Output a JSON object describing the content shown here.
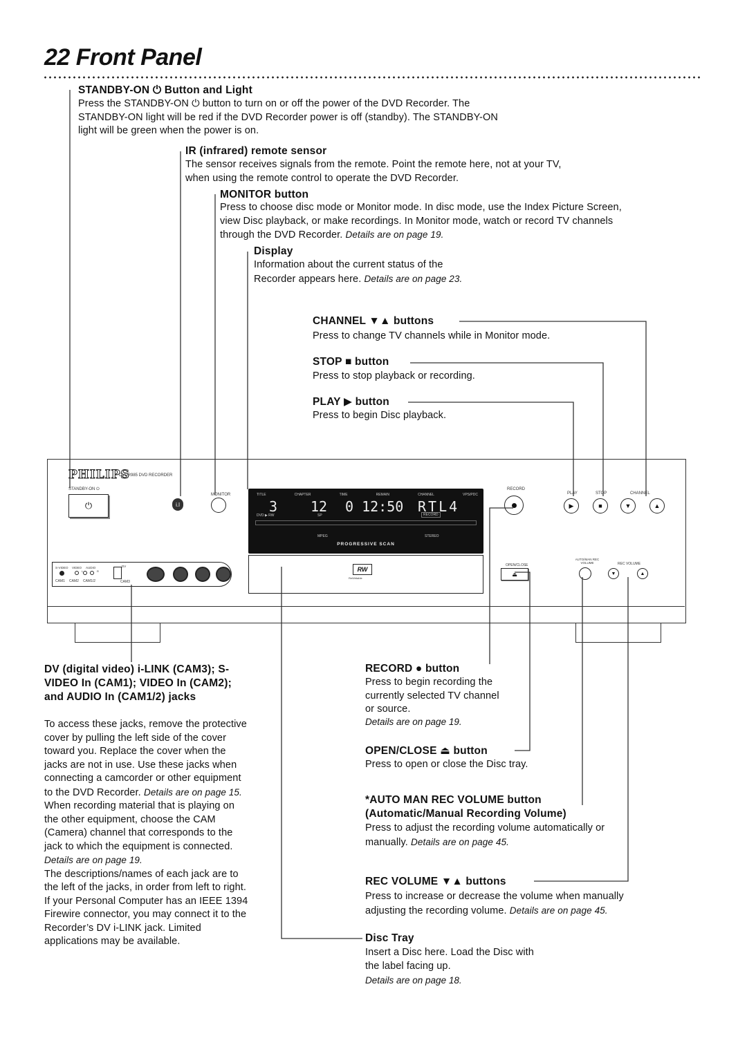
{
  "page": {
    "number": "22",
    "title": "Front Panel"
  },
  "sections": {
    "standby": {
      "heading": "STANDBY-ON ⏻ Button and Light",
      "body": "Press the STANDBY-ON ⏻ button to turn on or off the power of the DVD Recorder. The STANDBY-ON light will be red if the DVD Recorder power is off (standby). The STANDBY-ON light will be green when the power is on."
    },
    "ir": {
      "heading": "IR (infrared) remote sensor",
      "body": "The sensor receives signals from the remote. Point the remote here, not at your TV, when using the remote control to operate the DVD Recorder."
    },
    "monitor": {
      "heading": "MONITOR button",
      "body": "Press to choose disc mode or Monitor mode. In disc mode, use the Index Picture Screen, view Disc playback, or make recordings. In Monitor mode, watch or record TV channels through the DVD Recorder.",
      "ref": "Details are on page 19."
    },
    "display": {
      "heading": "Display",
      "body": "Information about the current status of the Recorder appears here.",
      "ref": "Details are on page 23."
    },
    "channel": {
      "heading": "CHANNEL ▼▲ buttons",
      "body": "Press to change TV channels while in Monitor mode."
    },
    "stop": {
      "heading": "STOP ■ button",
      "body": "Press to stop playback or recording."
    },
    "play": {
      "heading": "PLAY ▶ button",
      "body": "Press to begin Disc playback."
    },
    "jacks": {
      "heading": "DV (digital video) i-LINK (CAM3); S-VIDEO In (CAM1); VIDEO In (CAM2); and AUDIO In (CAM1/2) jacks",
      "body1": "To access these jacks, remove the protective cover by pulling the left side of the cover toward you. Replace the cover when the jacks are not in use. Use these jacks when connecting a camcorder or other equipment to the DVD Recorder.",
      "ref1": "Details are on page 15.",
      "body2": "When recording material that is playing on the other equipment, choose the CAM (Camera) channel that corresponds to the jack to which the equipment is connected.",
      "ref2": "Details are on page 19.",
      "body3": "The descriptions/names of each jack are to the left of the jacks, in order from left to right.",
      "body4": "If your Personal Computer has an IEEE 1394 Firewire connector, you may connect it to the Recorder’s DV i-LINK jack. Limited applications may be available."
    },
    "record": {
      "heading": "RECORD ● button",
      "body": "Press to begin recording the currently selected TV channel or source.",
      "ref": "Details are on page 19."
    },
    "openclose": {
      "heading": "OPEN/CLOSE ⏏ button",
      "body": "Press to open or close the Disc tray."
    },
    "automan": {
      "heading": "*AUTO MAN REC VOLUME button",
      "heading2": "(Automatic/Manual Recording Volume)",
      "body": "Press to adjust the recording volume automatically or manually.",
      "ref": "Details are on page 45."
    },
    "recvolume": {
      "heading": "REC VOLUME ▼▲ buttons",
      "body": "Press to increase or decrease the volume when manually adjusting the recording volume.",
      "ref": "Details are on page 45."
    },
    "disctray": {
      "heading": "Disc Tray",
      "body": "Insert a Disc here. Load the Disc with the label facing up.",
      "ref": "Details are on page 18."
    }
  },
  "device": {
    "brand": "PHILIPS",
    "model": "DVDR985 DVD RECORDER",
    "standby_label": "STANDBY-ON ⏻",
    "monitor_label": "MONITOR",
    "record_label": "RECORD",
    "play_label": "PLAY",
    "stop_label": "STOP",
    "channel_label": "CHANNEL",
    "openclose_label": "OPEN/CLOSE",
    "automan_label": "AUTO/MAN REC VOLUME",
    "recvolume_label": "REC VOLUME",
    "progressive": "PROGRESSIVE SCAN",
    "display": {
      "labels": [
        "TITLE",
        "CHAPTER",
        "TIME",
        "REMAIN",
        "CHANNEL",
        "VPS/PDC"
      ],
      "title_num": "3",
      "chapter_num": "12",
      "time": "0 12:50",
      "station": "RTL4",
      "sub1": "DVD ▶ RW",
      "sub2": "SP",
      "sub3": "RECORD",
      "mpeg": "MPEG",
      "stereo": "STEREO"
    },
    "jack_labels": [
      "S-VIDEO",
      "VIDEO",
      "AUDIO",
      "L",
      "R",
      "DV"
    ],
    "cam_labels": [
      "CAM1",
      "CAM2",
      "CAM1/2",
      "CAM3"
    ],
    "rw_logo": "RW",
    "rw_sub": "ReWritable"
  }
}
